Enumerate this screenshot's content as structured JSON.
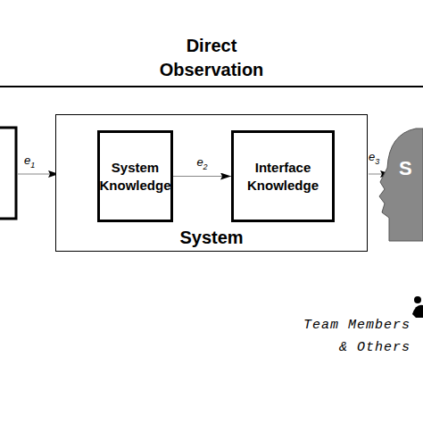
{
  "diagram": {
    "title": "Direct Observation",
    "nodes": [
      {
        "text": [
          "System"
        ]
      },
      {
        "text": [
          "System Knowledge"
        ],
        "in": 0
      },
      {
        "text": [
          "Interface Knowledge"
        ],
        "in": 0
      }
    ],
    "edges": [
      {
        "from": 1,
        "to": 2,
        "label": "e2",
        "arrow": "to"
      }
    ],
    "labels": [
      "e1",
      "e3",
      "S",
      "Team Members & Others"
    ]
  }
}
